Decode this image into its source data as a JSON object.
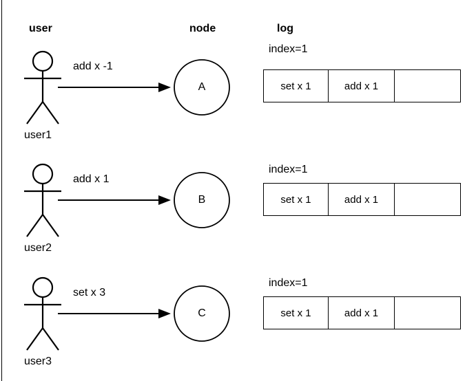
{
  "headers": {
    "user": "user",
    "node": "node",
    "log": "log"
  },
  "rows": [
    {
      "actor_label": "user1",
      "message": "add x -1",
      "node_label": "A",
      "log": {
        "index_label": "index=1",
        "cells": [
          "set x 1",
          "add x 1",
          ""
        ]
      }
    },
    {
      "actor_label": "user2",
      "message": "add x 1",
      "node_label": "B",
      "log": {
        "index_label": "index=1",
        "cells": [
          "set x 1",
          "add x 1",
          ""
        ]
      }
    },
    {
      "actor_label": "user3",
      "message": "set x 3",
      "node_label": "C",
      "log": {
        "index_label": "index=1",
        "cells": [
          "set x 1",
          "add x 1",
          ""
        ]
      }
    }
  ],
  "colors": {
    "stroke": "#000000",
    "background": "#ffffff",
    "text": "#000000"
  }
}
